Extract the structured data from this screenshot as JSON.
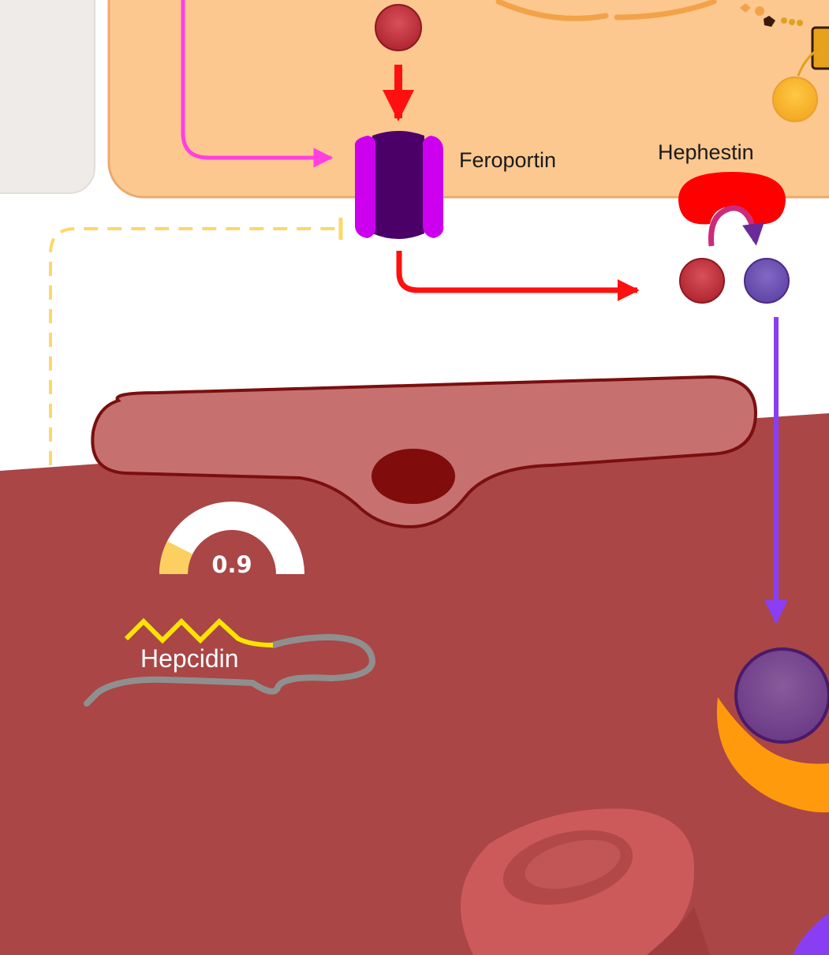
{
  "labels": {
    "ferroportin": "Feroportin",
    "hephestin": "Hephestin",
    "hepcidin": "Hepcidin"
  },
  "hepcidin_gauge": {
    "value_text": "0.9",
    "level_fraction": 0.15
  },
  "colors": {
    "enterocyte": "#fcc890",
    "enterocyte_border": "#ecaa6e",
    "blood_plasma": "#aa4646",
    "liver_body": "#c77070",
    "liver_outline": "#7a0f0f",
    "liver_nucleus": "#800c0c",
    "ferroportin_core": "#4b0068",
    "ferroportin_sides": "#cc00ee",
    "hephestin": "#ff0000",
    "ferrous_iron": "#c0303a",
    "ferric_iron": "#7052b0",
    "transferrin_iron": "#6e3f8c",
    "transferrin_carrier": "#ff9a0c",
    "hepcidin_active": "#ffe400",
    "hepcidin_chain": "#8f8f8f",
    "inhibition_line": "#fbd86a",
    "import_arrow": "#ff40e0",
    "export_arrow": "#ff1010",
    "transport_arrow": "#8a3ef4",
    "gauge_fill": "#fcd060",
    "red_blood_cell": "#cd5a5a"
  }
}
